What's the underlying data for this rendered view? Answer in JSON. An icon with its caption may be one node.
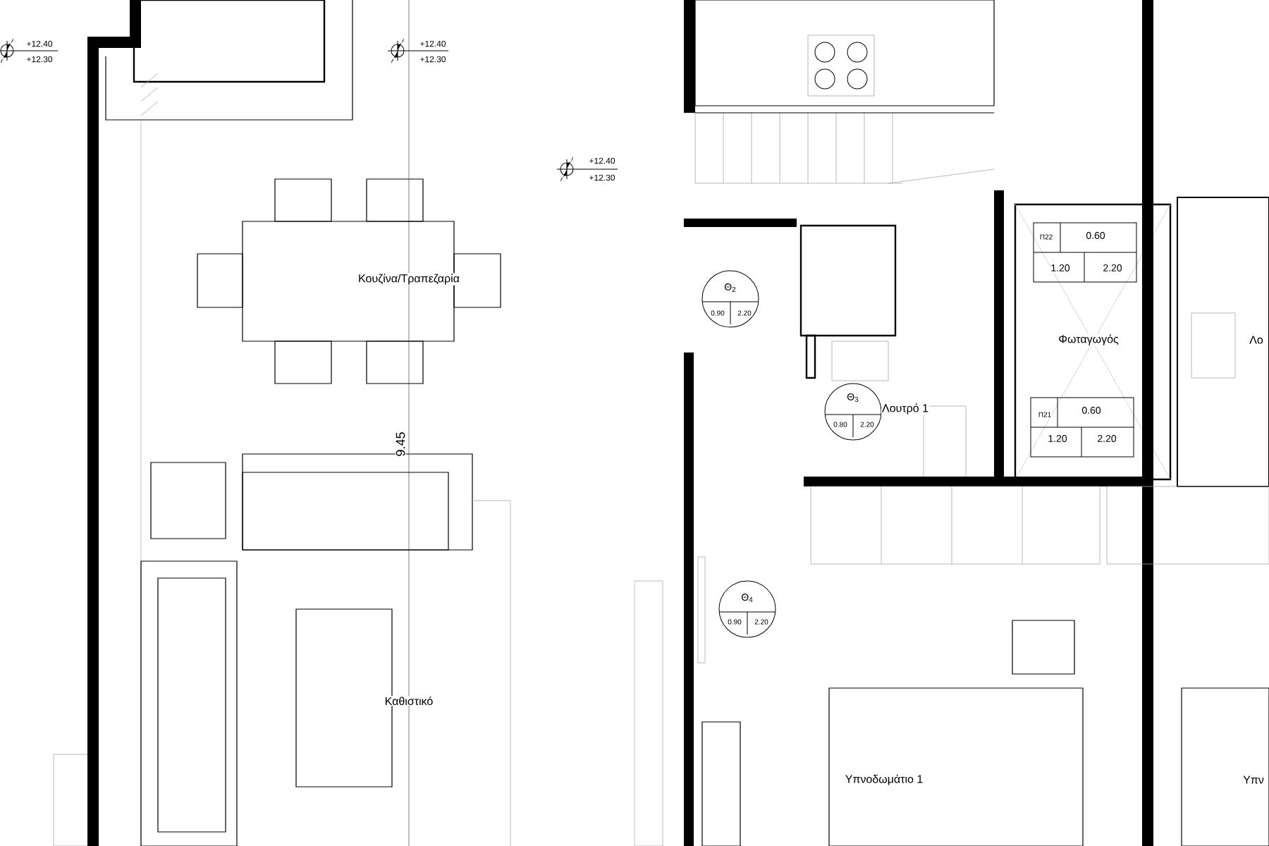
{
  "diagram": {
    "labels": [
      "+12.40",
      "+12.30",
      "+12.40",
      "+12.30",
      "+12.40",
      "+12.30",
      "Π22",
      "0.60",
      "1.20",
      "2.20",
      "Κουζίνα/Τραπεζαρία",
      "Θ$_{2}$",
      "0.90",
      "2.20",
      "Φωταγωγός",
      "Λο",
      "Θ$_{3}$",
      "Λουτρό 1",
      "0.80",
      "2.20",
      "Π21",
      "0.60",
      "1.20",
      "2.20",
      "9.45",
      "Θ$_{4}$",
      "0.90",
      "2.20",
      "Καθιστικό",
      "Υπνοδωμάτιο 1",
      "Υπν"
    ]
  }
}
